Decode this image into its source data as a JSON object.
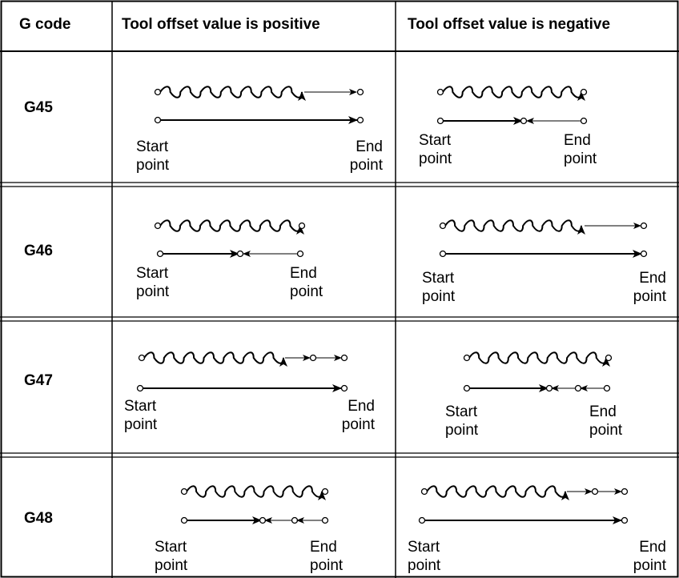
{
  "header": {
    "col1": "G code",
    "col2": "Tool offset  value is positive",
    "col3": "Tool offset  value is negative"
  },
  "rows": [
    {
      "code": "G45",
      "pos": {
        "start_l1": "Start",
        "start_l2": "point",
        "end_l1": "End",
        "end_l2": "point"
      },
      "neg": {
        "start_l1": "Start",
        "start_l2": "point",
        "end_l1": "End",
        "end_l2": "point"
      }
    },
    {
      "code": "G46",
      "pos": {
        "start_l1": "Start",
        "start_l2": "point",
        "end_l1": "End",
        "end_l2": "point"
      },
      "neg": {
        "start_l1": "Start",
        "start_l2": "point",
        "end_l1": "End",
        "end_l2": "point"
      }
    },
    {
      "code": "G47",
      "pos": {
        "start_l1": "Start",
        "start_l2": "point",
        "end_l1": "End",
        "end_l2": "point"
      },
      "neg": {
        "start_l1": "Start",
        "start_l2": "point",
        "end_l1": "End",
        "end_l2": "point"
      }
    },
    {
      "code": "G48",
      "pos": {
        "start_l1": "Start",
        "start_l2": "point",
        "end_l1": "End",
        "end_l2": "point"
      },
      "neg": {
        "start_l1": "Start",
        "start_l2": "point",
        "end_l1": "End",
        "end_l2": "point"
      }
    }
  ]
}
